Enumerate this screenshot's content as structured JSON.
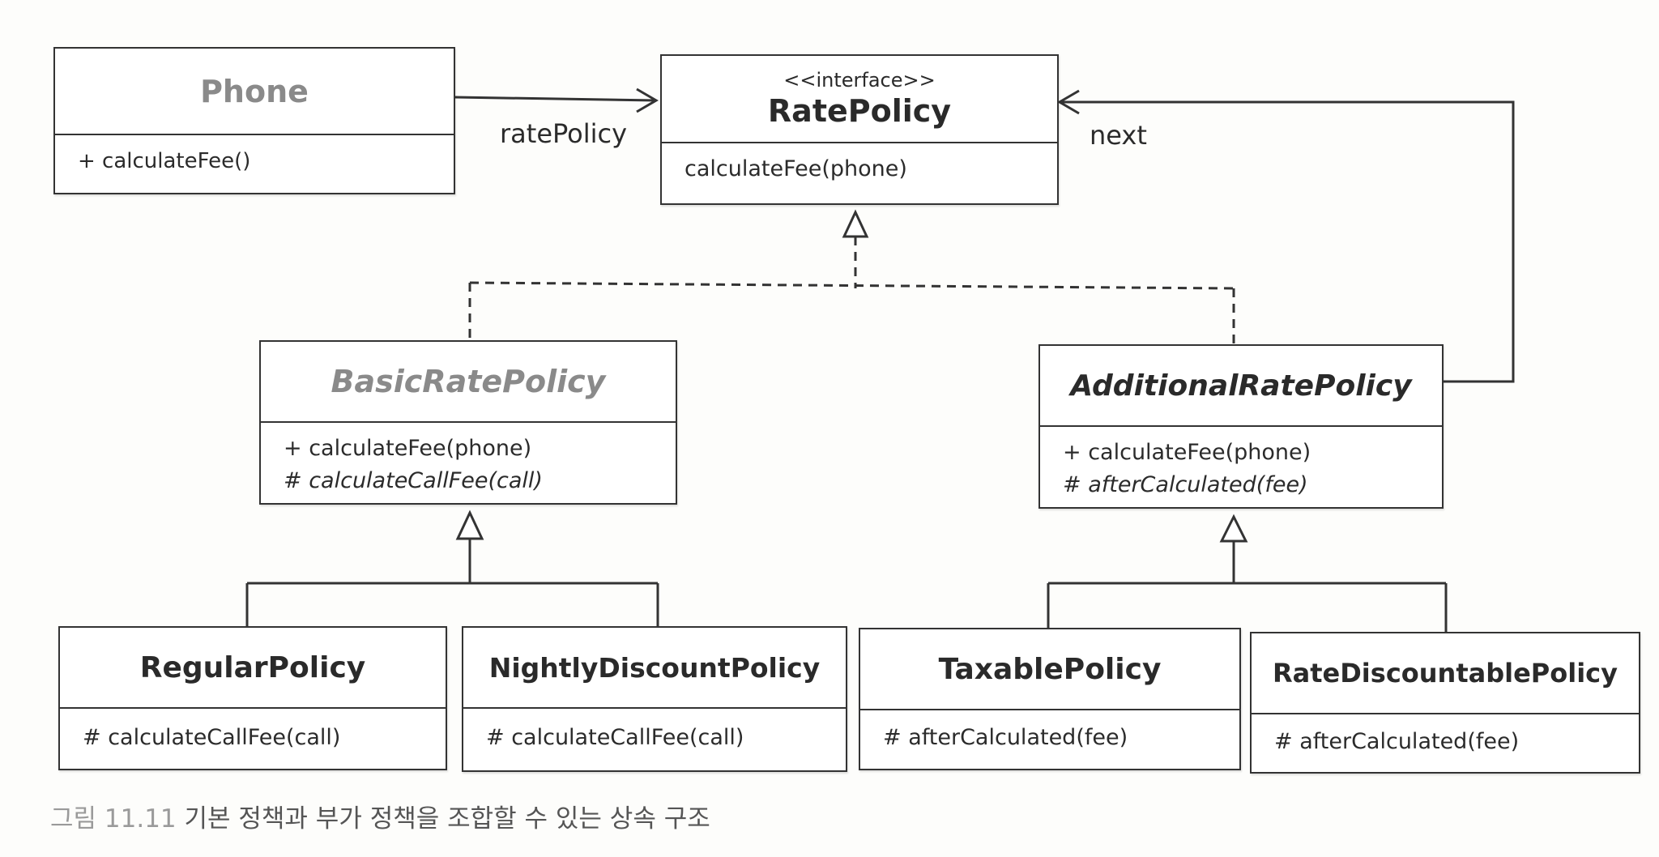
{
  "classes": {
    "phone": {
      "name": "Phone",
      "ops": [
        "+ calculateFee()"
      ]
    },
    "rate_policy": {
      "stereotype": "<<interface>>",
      "name": "RatePolicy",
      "ops": [
        "calculateFee(phone)"
      ]
    },
    "basic_rate_policy": {
      "name": "BasicRatePolicy",
      "ops": [
        "+ calculateFee(phone)",
        "# calculateCallFee(call)"
      ]
    },
    "additional_rate_policy": {
      "name": "AdditionalRatePolicy",
      "ops": [
        "+ calculateFee(phone)",
        "# afterCalculated(fee)"
      ]
    },
    "regular_policy": {
      "name": "RegularPolicy",
      "ops": [
        "# calculateCallFee(call)"
      ]
    },
    "nightly_discount_policy": {
      "name": "NightlyDiscountPolicy",
      "ops": [
        "# calculateCallFee(call)"
      ]
    },
    "taxable_policy": {
      "name": "TaxablePolicy",
      "ops": [
        "# afterCalculated(fee)"
      ]
    },
    "rate_discountable_policy": {
      "name": "RateDiscountablePolicy",
      "ops": [
        "# afterCalculated(fee)"
      ]
    }
  },
  "associations": {
    "phone_to_rate_policy": "ratePolicy",
    "additional_to_rate_policy": "next"
  },
  "caption": {
    "number": "그림 11.11",
    "text": "기본 정책과 부가 정책을 조합할 수 있는 상속 구조"
  },
  "colors": {
    "line": "#333333",
    "text": "#2b2b2b",
    "faded": "#8a8a8a"
  }
}
